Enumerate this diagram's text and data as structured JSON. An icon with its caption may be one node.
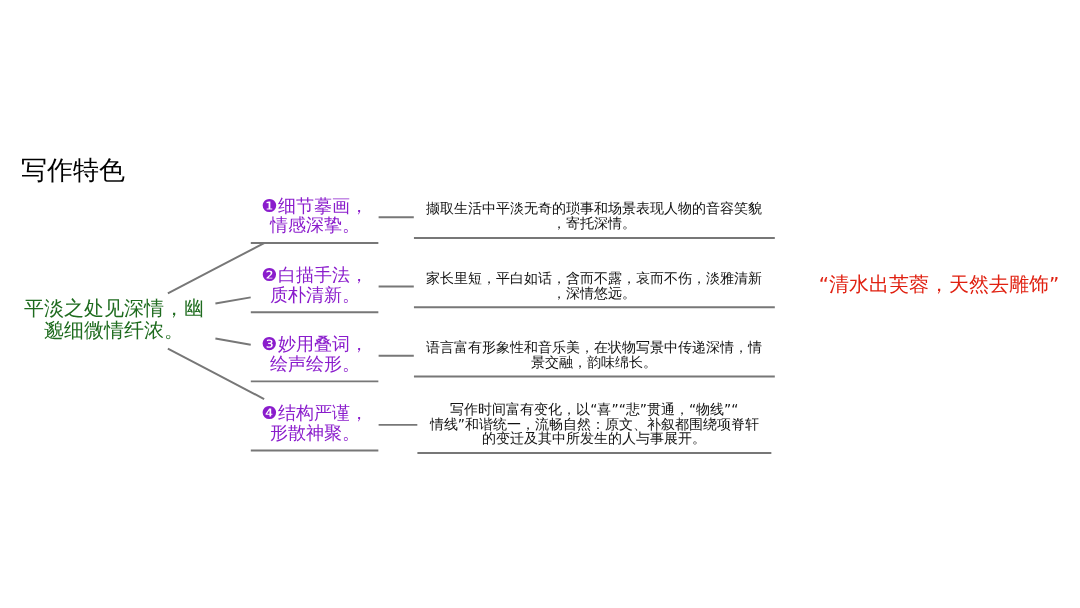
{
  "diagram": {
    "title": "写作特色",
    "nodes": [
      {
        "text": [
          "平淡之处见深情，幽邈细微情纤浓。"
        ]
      },
      {
        "text": [
          "❶细节摹画，情感深挚。"
        ]
      },
      {
        "text": [
          "撷取生活中平淡无奇的琐事和场景表现人物的音容笑貌，寄托深情。"
        ]
      },
      {
        "text": [
          "❷白描手法，质朴清新。"
        ]
      },
      {
        "text": [
          "家长里短，平白如话，含而不露，哀而不伤，淡雅清新，深情悠远。"
        ]
      },
      {
        "text": [
          "❸妙用叠词，绘声绘形。"
        ]
      },
      {
        "text": [
          "语言富有形象性和音乐美，在状物写景中传递深情，情景交融，韵味绵长。"
        ]
      },
      {
        "text": [
          "❹结构严谨，形散神聚。"
        ]
      },
      {
        "text": [
          "写作时间富有变化，以“喜”“悲”贯通，“物线”“情线”和谐统一，流畅自然：原文、补叙都围绕项脊轩的变迁及其中所发生的人与事展开。"
        ]
      }
    ],
    "edges": [
      {
        "from": 0,
        "to": 1,
        "arrow": "none"
      },
      {
        "from": 0,
        "to": 3,
        "arrow": "none"
      },
      {
        "from": 0,
        "to": 5,
        "arrow": "none"
      },
      {
        "from": 0,
        "to": 7,
        "arrow": "none"
      },
      {
        "from": 1,
        "to": 2,
        "arrow": "none"
      },
      {
        "from": 3,
        "to": 4,
        "arrow": "none"
      },
      {
        "from": 5,
        "to": 6,
        "arrow": "none"
      },
      {
        "from": 7,
        "to": 8,
        "arrow": "none"
      }
    ],
    "labels": [
      "“清水出芙蓉，天然去雕饰”"
    ]
  }
}
